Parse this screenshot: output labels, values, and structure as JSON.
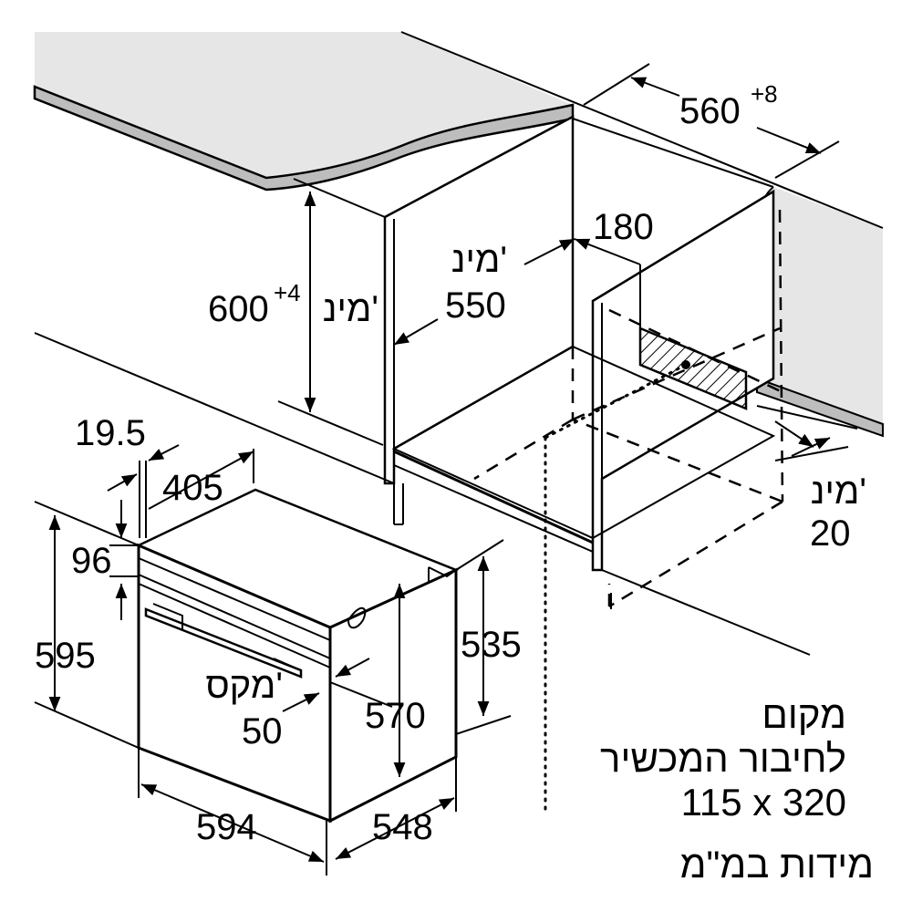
{
  "dimensions": {
    "width_niche": "560",
    "width_niche_tol": "+8",
    "depth_180": "180",
    "min_label_a": "מינ'",
    "depth_550": "550",
    "height_600": "600",
    "height_600_tol": "+4",
    "min_label_b": "מינ'",
    "d_19_5": "19.5",
    "d_405": "405",
    "d_96": "96",
    "d_595": "595",
    "d_535": "535",
    "d_570": "570",
    "max_label": "מקס'",
    "d_50": "50",
    "d_594": "594",
    "d_548": "548",
    "min_label_c": "מינ'",
    "d_20": "20"
  },
  "notes": {
    "connection_line1": "מקום",
    "connection_line2": "לחיבור המכשיר",
    "connection_line3": "115 x 320",
    "units": "מידות במ\"מ"
  },
  "colors": {
    "countertop_top": "#e6e6e6",
    "countertop_edge": "#bdbdbd",
    "hatch": "#000000"
  }
}
